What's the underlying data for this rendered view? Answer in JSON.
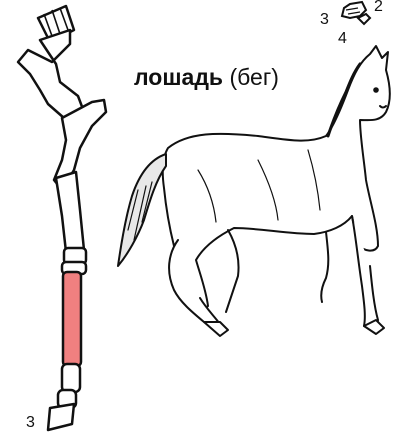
{
  "title": {
    "bold": "лошадь",
    "normal": "(бег)"
  },
  "labels": {
    "foot_toe_top": "3",
    "foot_second_top": "2",
    "foot_fourth_top": "4",
    "leg_toe_bottom": "3"
  },
  "colors": {
    "highlight": "#f08080",
    "outline": "#111111",
    "background": "#ffffff"
  },
  "icons": {
    "leg_skeleton": "horse-forelimb-skeleton-icon",
    "foot_bones": "horse-foot-bones-icon",
    "horse": "running-horse-illustration-icon"
  }
}
